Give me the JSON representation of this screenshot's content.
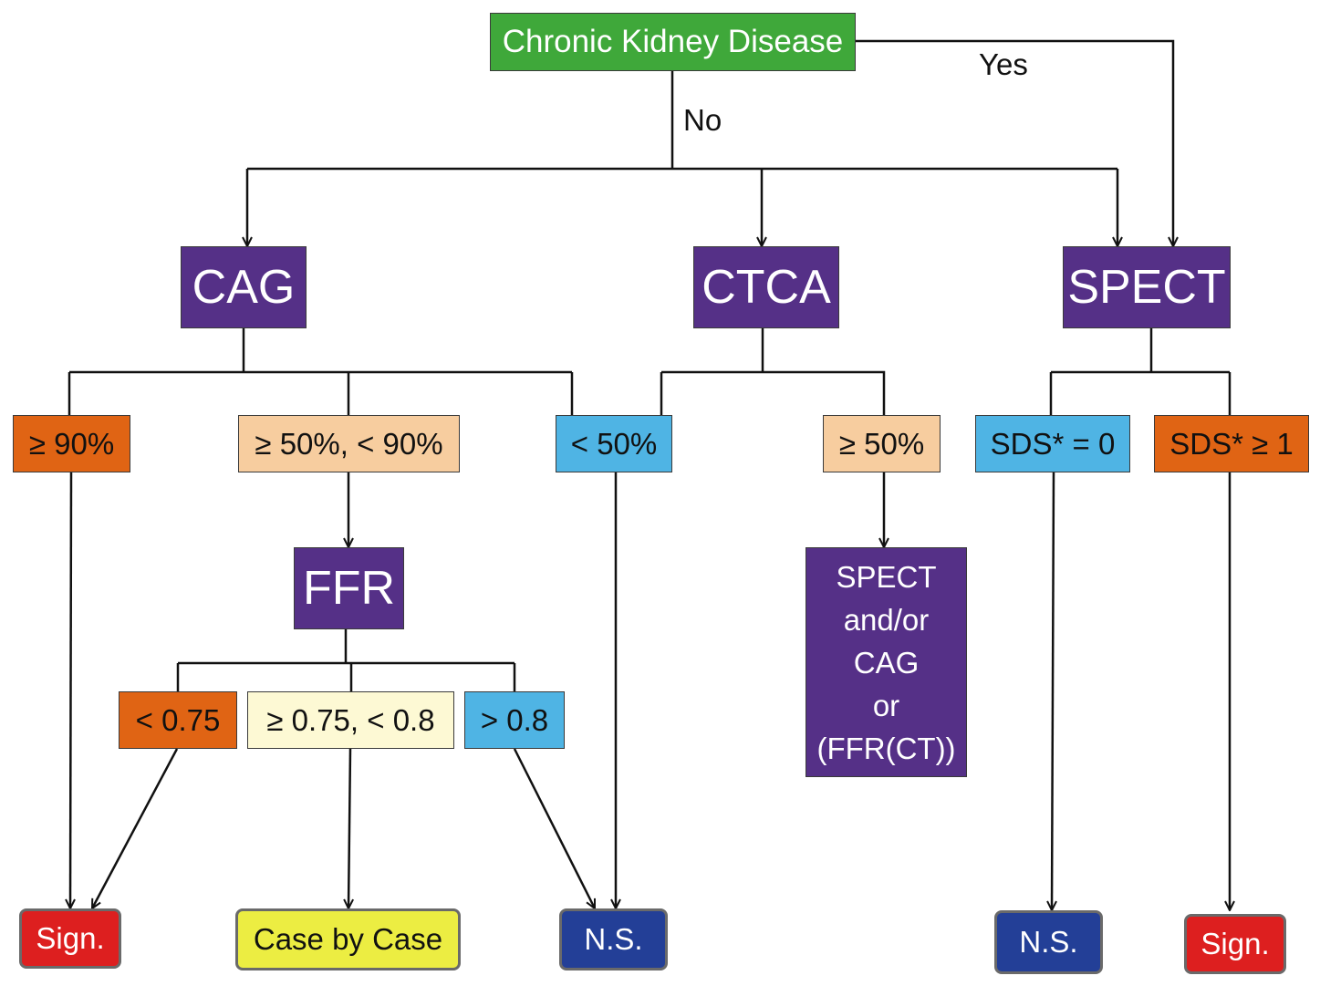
{
  "root": "Chronic Kidney Disease",
  "edge_labels": {
    "no": "No",
    "yes": "Yes"
  },
  "modalities": {
    "cag": "CAG",
    "ctca": "CTCA",
    "spect": "SPECT"
  },
  "cag_results": {
    "severe": "≥ 90%",
    "intermediate": "≥ 50%, < 90%",
    "mild": "< 50%"
  },
  "ctca_results": {
    "mild": "< 50%",
    "significant": "≥ 50%"
  },
  "spect_results": {
    "normal": "SDS* = 0",
    "abnormal": "SDS* ≥ 1"
  },
  "ffr": {
    "label": "FFR",
    "results": {
      "low": "< 0.75",
      "grey": "≥ 0.75, < 0.8",
      "high": "> 0.8"
    }
  },
  "ctca_followup": [
    "SPECT",
    "and/or",
    "CAG",
    "or",
    "(FFR(CT))"
  ],
  "outcomes": {
    "sign_left": "Sign.",
    "case_by_case": "Case by Case",
    "ns_middle": "N.S.",
    "ns_right": "N.S.",
    "sign_right": "Sign."
  },
  "colors": {
    "modality": "#553087",
    "root": "#3fa83a",
    "high_risk": "#e06414",
    "intermediate": "#f7cd9f",
    "low_risk": "#4fb4e4",
    "grey_zone": "#fdf9d4",
    "significant": "#dd1f1f",
    "case_by_case": "#eced42",
    "not_significant": "#233f97"
  }
}
